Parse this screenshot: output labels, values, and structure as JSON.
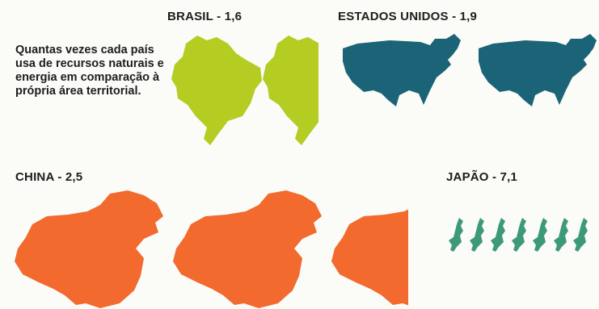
{
  "description": "Quantas vezes cada país usa de recursos naturais e energia em comparação à própria área territorial.",
  "countries": [
    {
      "name": "BRASIL",
      "value": "1,6",
      "color": "#b5cc22"
    },
    {
      "name": "ESTADOS UNIDOS",
      "value": "1,9",
      "color": "#1b6478"
    },
    {
      "name": "CHINA",
      "value": "2,5",
      "color": "#f26a2e"
    },
    {
      "name": "JAPÃO",
      "value": "7,1",
      "color": "#3d9a78"
    }
  ],
  "separator": " - "
}
